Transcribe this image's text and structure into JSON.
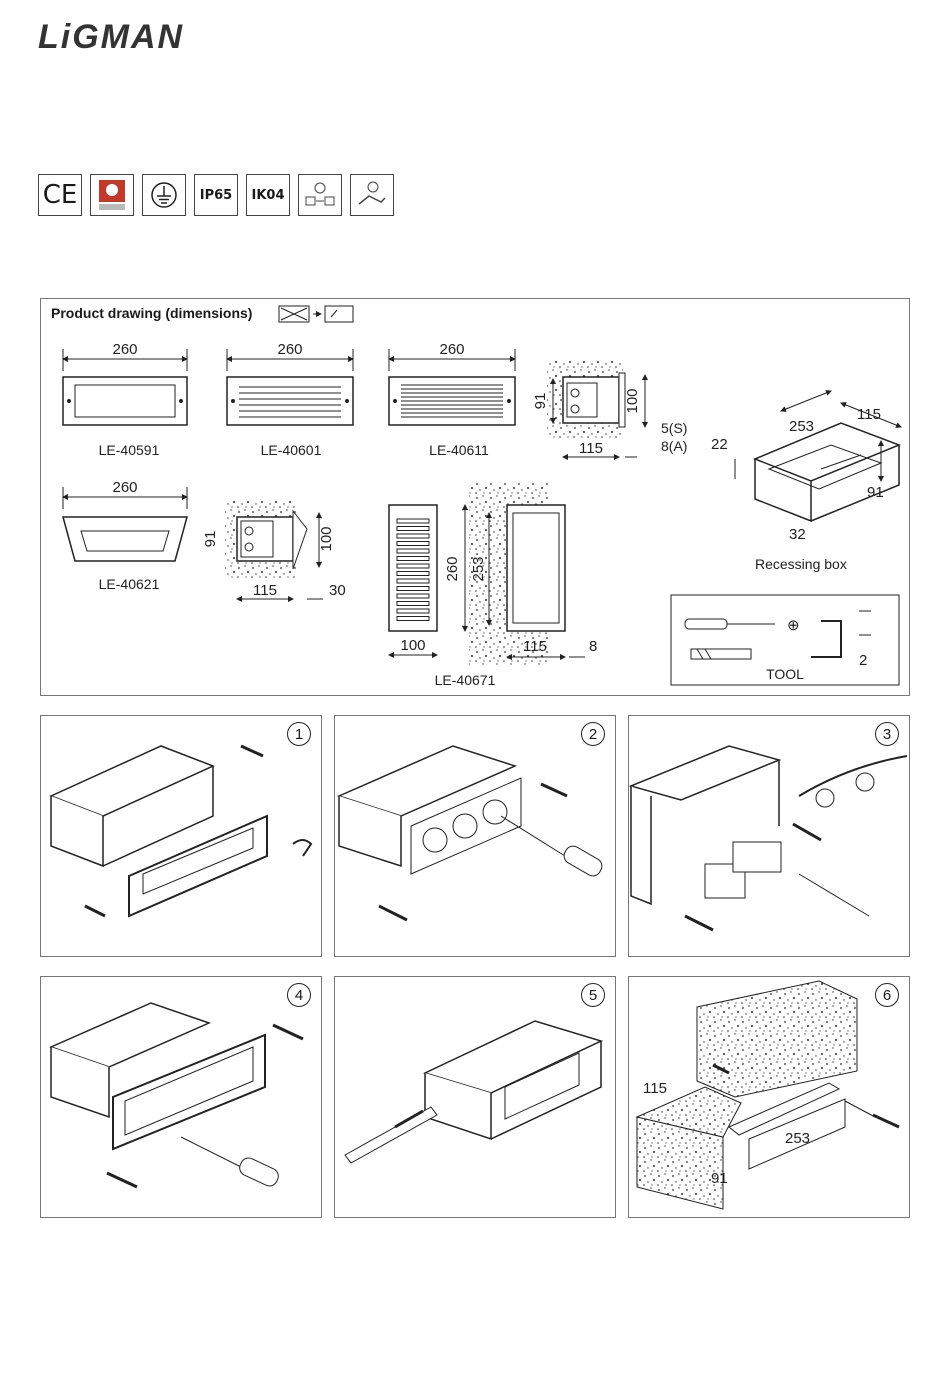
{
  "header": {
    "brand": "LiGMAN"
  },
  "certifications": [
    {
      "name": "ce-mark",
      "label": "CE"
    },
    {
      "name": "quality-badge",
      "label": ""
    },
    {
      "name": "earth-ground-symbol",
      "label": ""
    },
    {
      "name": "ip-rating",
      "label": "IP65"
    },
    {
      "name": "ik-rating",
      "label": "IK04"
    },
    {
      "name": "install-symbol-a",
      "label": ""
    },
    {
      "name": "install-symbol-b",
      "label": ""
    }
  ],
  "drawing": {
    "title": "Product drawing (dimensions)",
    "models": {
      "m1": {
        "code": "LE-40591",
        "width": "260"
      },
      "m2": {
        "code": "LE-40601",
        "width": "260"
      },
      "m3": {
        "code": "LE-40611",
        "width": "260"
      },
      "m4": {
        "code": "LE-40621",
        "width": "260"
      },
      "m5": {
        "code": "LE-40671"
      }
    },
    "section1": {
      "h": "91",
      "h2": "100",
      "depth": "115",
      "note_s": "5(S)",
      "note_a": "8(A)"
    },
    "section2": {
      "h": "91",
      "h2": "100",
      "depth": "115",
      "offset": "30"
    },
    "section3": {
      "w": "100",
      "h": "260",
      "inner": "253",
      "depth": "115",
      "offset": "8"
    },
    "box": {
      "caption": "Recessing box",
      "length": "253",
      "depth": "115",
      "h": "22",
      "h2": "91",
      "w": "32"
    },
    "tool": {
      "caption": "TOOL",
      "hex": "2"
    }
  },
  "steps": [
    "1",
    "2",
    "3",
    "4",
    "5",
    "6"
  ],
  "step6": {
    "depth": "115",
    "length": "253",
    "height": "91"
  }
}
